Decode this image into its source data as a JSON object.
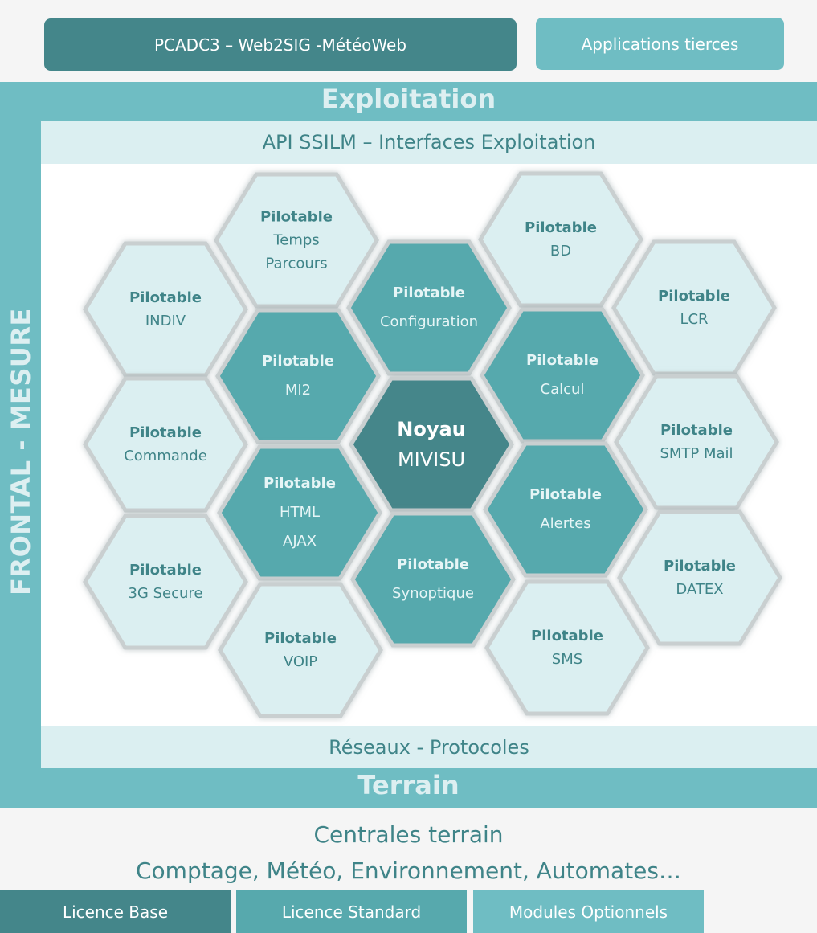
{
  "header": {
    "main_label": "PCADC3 – Web2SIG -MétéoWeb",
    "third_party_label": "Applications tierces"
  },
  "frame": {
    "top_title": "Exploitation",
    "bottom_title": "Terrain",
    "side_label": "FRONTAL - MESURE"
  },
  "bands": {
    "api": "API SSILM – Interfaces Exploitation",
    "networks": "Réseaux - Protocoles"
  },
  "hexagons": [
    {
      "id": "temps-parcours",
      "tier": "optional",
      "bold": "Pilotable",
      "lines": [
        "Temps",
        "Parcours"
      ]
    },
    {
      "id": "bd",
      "tier": "optional",
      "bold": "Pilotable",
      "lines": [
        "BD"
      ]
    },
    {
      "id": "indiv",
      "tier": "optional",
      "bold": "Pilotable",
      "lines": [
        "INDIV"
      ]
    },
    {
      "id": "configuration",
      "tier": "standard",
      "bold": "Pilotable",
      "lines": [
        "Configuration"
      ]
    },
    {
      "id": "lcr",
      "tier": "optional",
      "bold": "Pilotable",
      "lines": [
        "LCR"
      ]
    },
    {
      "id": "mi2",
      "tier": "standard",
      "bold": "Pilotable",
      "lines": [
        "MI2"
      ]
    },
    {
      "id": "calcul",
      "tier": "standard",
      "bold": "Pilotable",
      "lines": [
        "Calcul"
      ]
    },
    {
      "id": "noyau",
      "tier": "base",
      "bold": "Noyau",
      "lines": [
        "MIVISU"
      ]
    },
    {
      "id": "commande",
      "tier": "optional",
      "bold": "Pilotable",
      "lines": [
        "Commande"
      ]
    },
    {
      "id": "smtp-mail",
      "tier": "optional",
      "bold": "Pilotable",
      "lines": [
        "SMTP Mail"
      ]
    },
    {
      "id": "html-ajax",
      "tier": "standard",
      "bold": "Pilotable",
      "lines": [
        "HTML",
        "AJAX"
      ]
    },
    {
      "id": "alertes",
      "tier": "standard",
      "bold": "Pilotable",
      "lines": [
        "Alertes"
      ]
    },
    {
      "id": "3g-secure",
      "tier": "optional",
      "bold": "Pilotable",
      "lines": [
        "3G Secure"
      ]
    },
    {
      "id": "synoptique",
      "tier": "standard",
      "bold": "Pilotable",
      "lines": [
        "Synoptique"
      ]
    },
    {
      "id": "datex",
      "tier": "optional",
      "bold": "Pilotable",
      "lines": [
        "DATEX"
      ]
    },
    {
      "id": "voip",
      "tier": "optional",
      "bold": "Pilotable",
      "lines": [
        "VOIP"
      ]
    },
    {
      "id": "sms",
      "tier": "optional",
      "bold": "Pilotable",
      "lines": [
        "SMS"
      ]
    }
  ],
  "footer": {
    "line1": "Centrales terrain",
    "line2": "Comptage, Météo, Environnement, Automates…"
  },
  "legend": {
    "base": "Licence Base",
    "standard": "Licence Standard",
    "optional": "Modules Optionnels"
  },
  "colors": {
    "base": "#44868a",
    "standard": "#57a9ad",
    "optional_fill": "#dbeff1",
    "light": "#6fbdc3",
    "dark_text": "#3f8488"
  }
}
